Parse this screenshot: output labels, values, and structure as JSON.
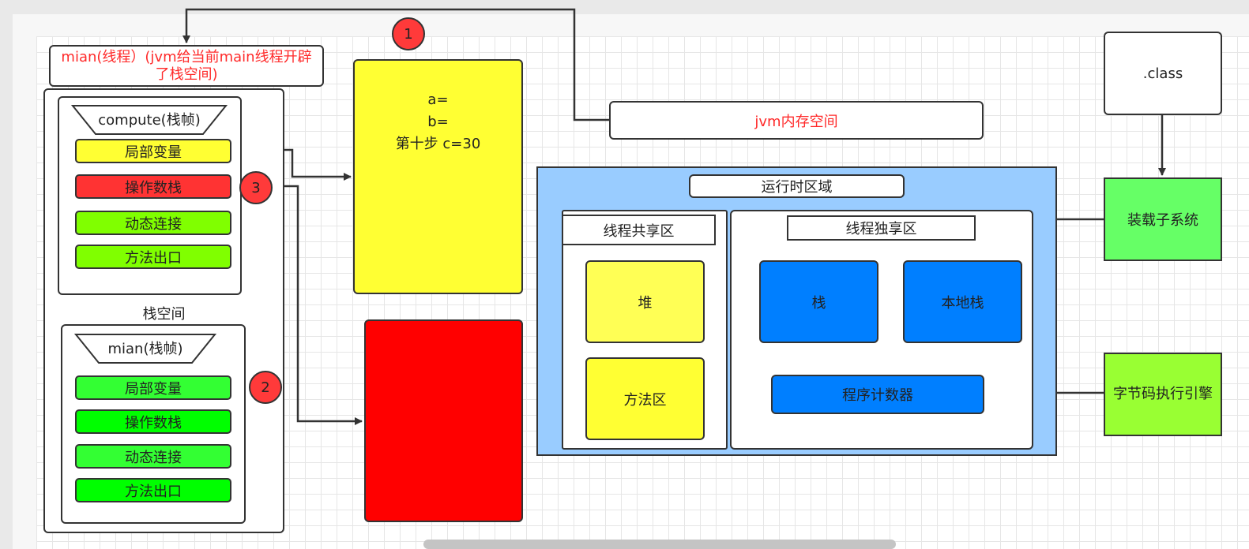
{
  "main_thread_label": "mian(线程）(jvm给当前main线程开辟了栈空间)",
  "compute_frame": {
    "title": "compute(栈帧)",
    "items": [
      "局部变量",
      "操作数栈",
      "动态连接",
      "方法出口"
    ]
  },
  "stack_space_label": "栈空间",
  "main_frame": {
    "title": "mian(栈帧)",
    "items": [
      "局部变量",
      "操作数栈",
      "动态连接",
      "方法出口"
    ]
  },
  "badges": [
    "1",
    "2",
    "3"
  ],
  "local_vars_box": {
    "line1": "a=",
    "line2": "b=",
    "line3": "第十步  c=30"
  },
  "jvm_memory_label": "jvm内存空间",
  "runtime_area": {
    "title": "运行时区域",
    "shared": {
      "title": "线程共享区",
      "items": [
        "堆",
        "方法区"
      ]
    },
    "exclusive": {
      "title": "线程独享区",
      "items": [
        "栈",
        "本地栈",
        "程序计数器"
      ]
    }
  },
  "class_file_label": ".class",
  "class_loader_label": "装载子系统",
  "execution_engine_label": "字节码执行引擎",
  "colors": {
    "yellow": "#ffff33",
    "red": "#ff0000",
    "light_blue": "#99ccff",
    "blue": "#007fff",
    "green": "#66ff66",
    "lime": "#99ff33"
  }
}
